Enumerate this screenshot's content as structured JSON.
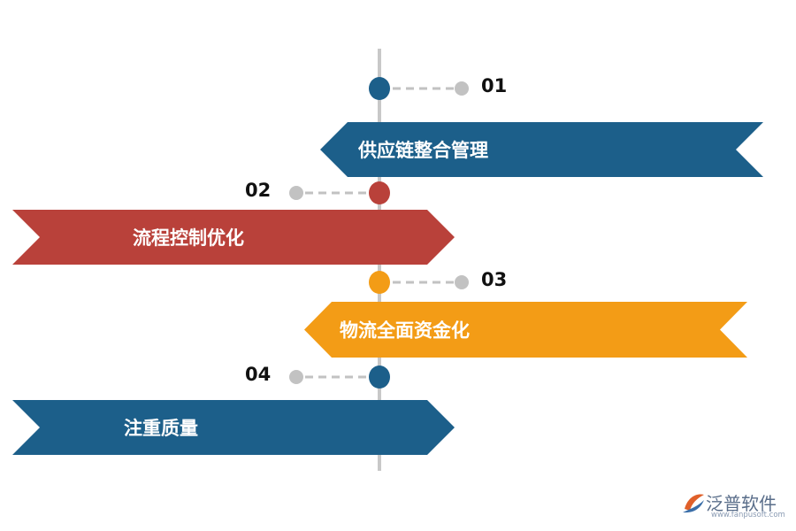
{
  "steps": [
    {
      "number": "01",
      "label": "供应链整合管理",
      "color": "#1c5f8a"
    },
    {
      "number": "02",
      "label": "流程控制优化",
      "color": "#b9413a"
    },
    {
      "number": "03",
      "label": "物流全面资金化",
      "color": "#f39c16"
    },
    {
      "number": "04",
      "label": "注重质量",
      "color": "#1c5f8a"
    }
  ],
  "colors": {
    "axis": "#c8c8c8",
    "connector": "#c2c2c2",
    "number_text": "#111111"
  },
  "logo": {
    "name": "泛普软件",
    "url": "www.fanpusoft.com",
    "icon": "fanpu-logo-icon"
  }
}
